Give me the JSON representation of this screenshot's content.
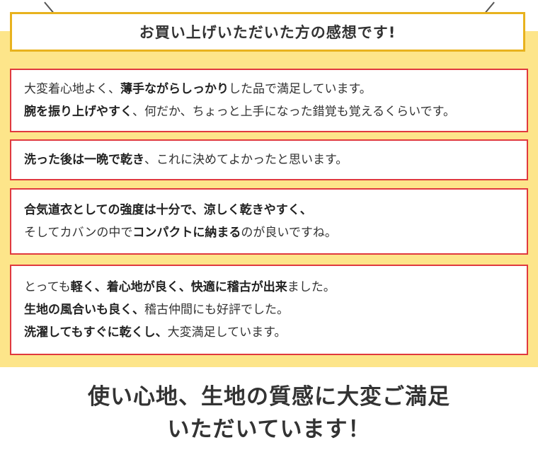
{
  "header": {
    "title": "お買い上げいただいた方の感想です!"
  },
  "reviews": [
    {
      "lines": [
        [
          {
            "text": "大変着心地よく、",
            "bold": false
          },
          {
            "text": "薄手ながらしっかり",
            "bold": true
          },
          {
            "text": "した品で満足しています。",
            "bold": false
          }
        ],
        [
          {
            "text": "腕を振り上げやすく",
            "bold": true
          },
          {
            "text": "、何だか、ちょっと上手になった錯覚も覚えるくらいです。",
            "bold": false
          }
        ]
      ]
    },
    {
      "lines": [
        [
          {
            "text": "洗った後は一晩で乾き",
            "bold": true
          },
          {
            "text": "、これに決めてよかったと思います。",
            "bold": false
          }
        ]
      ]
    },
    {
      "lines": [
        [
          {
            "text": "合気道衣としての強度は十分で、涼しく乾きやすく、",
            "bold": true
          }
        ],
        [
          {
            "text": "そしてカバンの中で",
            "bold": false
          },
          {
            "text": "コンパクトに納まる",
            "bold": true
          },
          {
            "text": "のが良いですね。",
            "bold": false
          }
        ]
      ]
    },
    {
      "lines": [
        [
          {
            "text": "とっても",
            "bold": false
          },
          {
            "text": "軽く、着心地が良く、快適に稽古が出来",
            "bold": true
          },
          {
            "text": "ました。",
            "bold": false
          }
        ],
        [
          {
            "text": "生地の風合いも良く、",
            "bold": true
          },
          {
            "text": "稽古仲間にも好評でした。",
            "bold": false
          }
        ],
        [
          {
            "text": "洗濯してもすぐに乾くし、",
            "bold": true
          },
          {
            "text": "大変満足しています。",
            "bold": false
          }
        ]
      ]
    }
  ],
  "summary": {
    "line1": "使い心地、生地の質感に大変ご満足",
    "line2": "いただいています！"
  },
  "colors": {
    "panel_yellow": "#fde58a",
    "header_border": "#e8b21e",
    "card_border": "#e0393e",
    "text": "#333333"
  }
}
